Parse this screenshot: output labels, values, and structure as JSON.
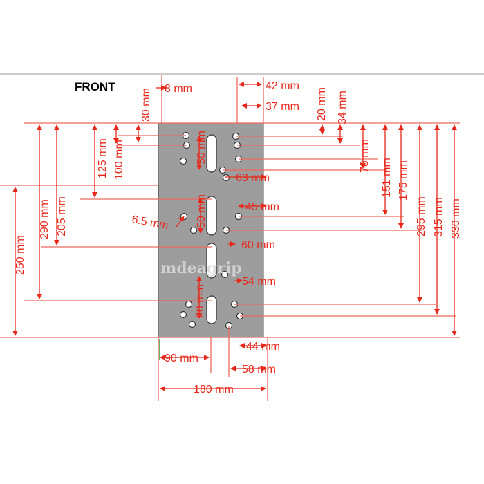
{
  "title": "FRONT",
  "watermark": "mdeagrip",
  "colors": {
    "dimension": "#e8281a",
    "plate": "#9d9d9d",
    "plate_stroke": "#555555",
    "hole_fill": "#ffffff",
    "hole_stroke": "#333333",
    "guide_line": "#ec6a5e",
    "green_mark": "#2e9e3a"
  },
  "dimensions": {
    "d42": "42 mm",
    "d8": "8 mm",
    "d37": "37 mm",
    "d30": "30 mm",
    "d20a": "20 mm",
    "d34": "34 mm",
    "d125": "125 mm",
    "d100": "100 mm",
    "d50a": "50 mm",
    "d78": "78 mm",
    "d63": "63 mm",
    "d151": "151 mm",
    "d175": "175 mm",
    "d290": "290 mm",
    "d205": "205 mm",
    "d250": "250 mm",
    "d45": "45 mm",
    "d6_5": "6.5 mm",
    "d50b": "50 mm",
    "d295": "295 mm",
    "d315": "315 mm",
    "d330": "330 mm",
    "d60": "60 mm",
    "d54": "54 mm",
    "d20b": "20 mm",
    "d44": "44 mm",
    "d90": "90 mm",
    "d58": "58 mm",
    "d180": "180 mm"
  }
}
